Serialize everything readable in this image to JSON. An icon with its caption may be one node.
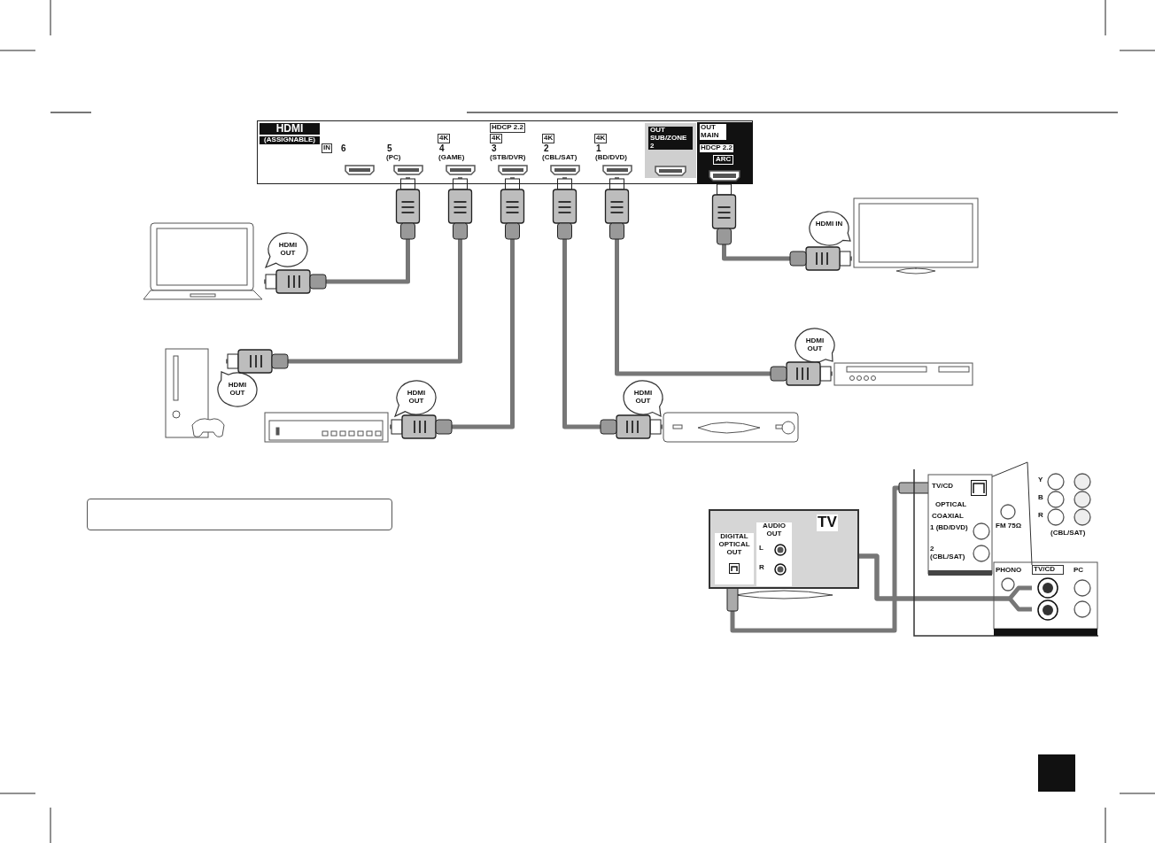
{
  "diagram": {
    "nodes": [
      {
        "text": [
          "HDMI",
          "(ASSIGNABLE)"
        ]
      },
      {
        "text": [
          "6"
        ],
        "in": 0
      },
      {
        "text": [
          "5",
          "(PC)"
        ],
        "in": 0
      },
      {
        "text": [
          "4K",
          "4",
          "(GAME)"
        ],
        "in": 0
      },
      {
        "text": [
          "HDCP 2.2",
          "4K",
          "3",
          "(STB/DVR)"
        ],
        "in": 0
      },
      {
        "text": [
          "4K",
          "2",
          "(CBL/SAT)"
        ],
        "in": 0
      },
      {
        "text": [
          "4K",
          "1",
          "(BD/DVD)"
        ],
        "in": 0
      },
      {
        "text": [
          "OUT SUB/ZONE 2"
        ],
        "in": 0
      },
      {
        "text": [
          "OUT MAIN",
          "HDCP 2.2",
          "ARC"
        ],
        "in": 0
      },
      {
        "text": [],
        "shape": "picture",
        "beside": [
          "HDMI OUT"
        ]
      },
      {
        "text": [],
        "shape": "picture",
        "beside": [
          "HDMI OUT"
        ]
      },
      {
        "text": [],
        "shape": "picture",
        "beside": [
          "HDMI OUT"
        ]
      },
      {
        "text": [],
        "shape": "picture",
        "beside": [
          "HDMI OUT"
        ]
      },
      {
        "text": [],
        "shape": "picture",
        "beside": [
          "HDMI OUT"
        ]
      },
      {
        "text": [],
        "shape": "picture",
        "beside": [
          "HDMI IN"
        ]
      },
      {
        "text": [
          "TV"
        ]
      },
      {
        "text": [
          "DIGITAL OPTICAL OUT"
        ],
        "in": 15
      },
      {
        "text": [
          "AUDIO OUT"
        ],
        "in": 15
      },
      {
        "text": [
          "L"
        ],
        "in": 17
      },
      {
        "text": [
          "R"
        ],
        "in": 17
      },
      {
        "text": [],
        "shape": "box"
      },
      {
        "text": [
          "TV/CD"
        ],
        "in": 20,
        "beside": [
          "OPTICAL"
        ]
      },
      {
        "text": [
          "TV/CD"
        ],
        "in": 20
      },
      {
        "text": [],
        "shape": "box"
      }
    ],
    "edges": [
      {
        "from": 9,
        "to": 2,
        "arrow": "none"
      },
      {
        "from": 10,
        "to": 3,
        "arrow": "none"
      },
      {
        "from": 11,
        "to": 4,
        "arrow": "none"
      },
      {
        "from": 12,
        "to": 5,
        "arrow": "none"
      },
      {
        "from": 13,
        "to": 6,
        "arrow": "none"
      },
      {
        "from": 8,
        "to": 14,
        "arrow": "none"
      },
      {
        "from": 16,
        "to": 21,
        "arrow": "none"
      },
      {
        "from": 18,
        "to": 22,
        "arrow": "none"
      },
      {
        "from": 19,
        "to": 22,
        "arrow": "none"
      },
      {
        "from": null,
        "to": 21,
        "arrow": "none"
      },
      {
        "from": null,
        "to": 22,
        "arrow": "none"
      }
    ],
    "labels": [
      "IN",
      "COAXIAL",
      "1 (BD/DVD)",
      "2 (CBL/SAT)",
      "FM 75Ω",
      "Y",
      "B",
      "R",
      "(CBL/SAT)",
      "PHONO",
      "PC"
    ]
  }
}
